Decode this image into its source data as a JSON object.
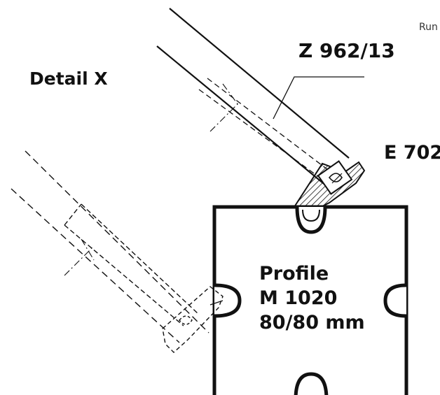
{
  "labels": {
    "corner_text": "Run",
    "detail": "Detail X",
    "part_top": "Z 962/13",
    "part_right": "E 702",
    "profile": [
      "Profile",
      "M 1020",
      "80/80 mm"
    ]
  },
  "colors": {
    "line": "#111111",
    "background": "#ffffff"
  }
}
